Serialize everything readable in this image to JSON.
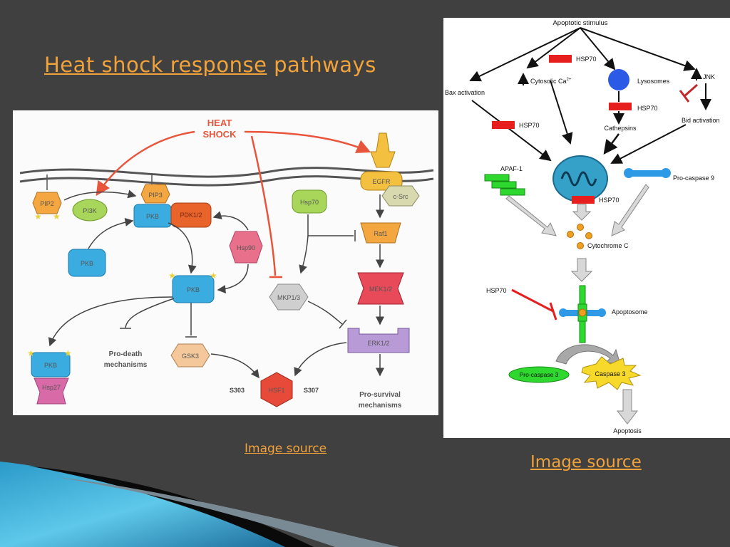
{
  "slide": {
    "title_link": "Heat shock response",
    "title_rest": "pathways",
    "source_left": "Image source",
    "source_right": "Image source"
  },
  "left_diagram": {
    "heat_shock": [
      "HEAT",
      "SHOCK"
    ],
    "nodes": {
      "pip2": "PIP2",
      "pi3k": "PI3K",
      "pip3": "PIP3",
      "pkb_membrane": "PKB",
      "pdk": "PDK1/2",
      "pkb_left": "PKB",
      "hsp90": "Hsp90",
      "pkb_center": "PKB",
      "pkb_bottom": "PKB",
      "hsp27": "Hsp27",
      "pro_death": [
        "Pro-death",
        "mechanisms"
      ],
      "gsk3": "GSK3",
      "hsp70": "Hsp70",
      "mkp": "MKP1/3",
      "egfr": "EGFR",
      "csrc": "c-Src",
      "raf1": "Raf1",
      "mek": "MEK1/2",
      "erk": "ERK1/2",
      "s303": "S303",
      "hsf1": "HSF1",
      "s307": "S307",
      "pro_survival": [
        "Pro-survival",
        "mechanisms"
      ]
    }
  },
  "right_diagram": {
    "labels": {
      "stimulus": "Apoptotic stimulus",
      "hsp70_top": "HSP70",
      "cytosolic": "Cytosolic Ca",
      "cytosolic_sup": "2+",
      "lysosomes": "Lysosomes",
      "jnk": "JNK",
      "bax": "Bax activation",
      "hsp70_bax": "HSP70",
      "hsp70_lys": "HSP70",
      "cathepsins": "Cathepsins",
      "bid": "Bid activation",
      "apaf": "APAF-1",
      "procasp9": "Pro-caspase 9",
      "hsp70_mito": "HSP70",
      "cytc": "Cytochrome C",
      "hsp70_apop": "HSP70",
      "apoptosome": "Apoptosome",
      "procasp3": "Pro-caspase 3",
      "casp3": "Caspase 3",
      "apoptosis": "Apoptosis"
    }
  }
}
